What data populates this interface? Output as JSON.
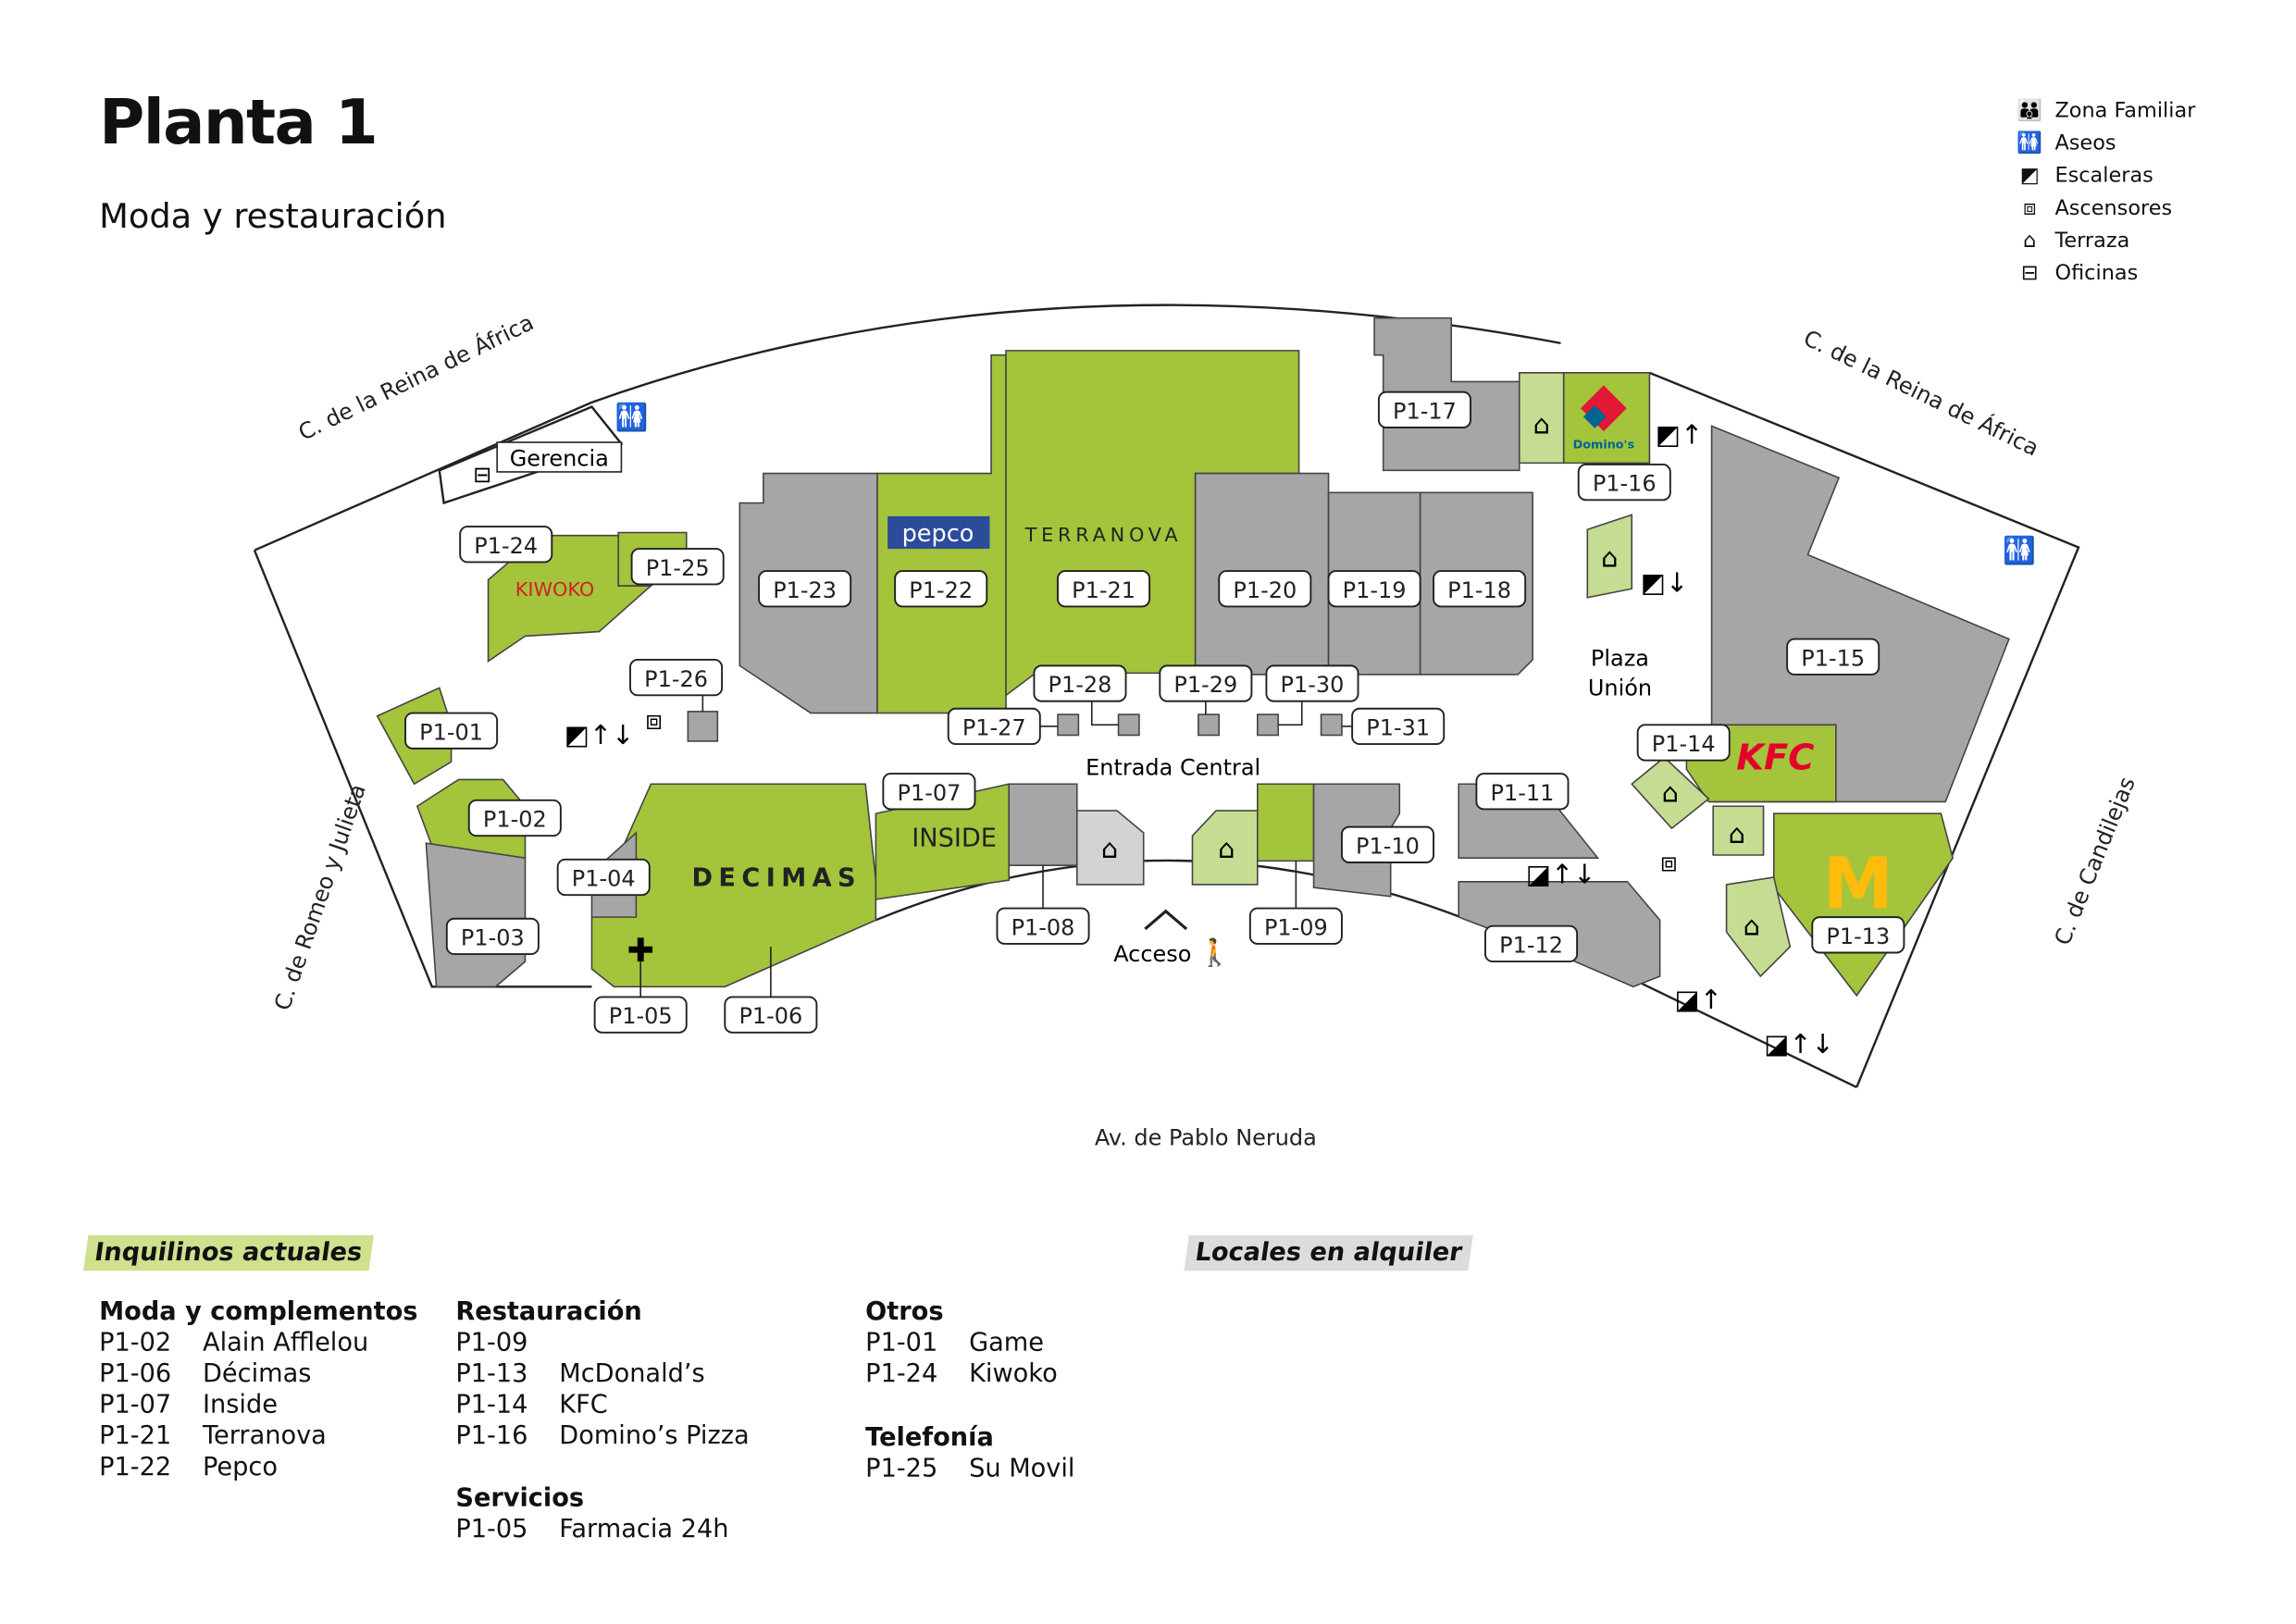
{
  "header": {
    "title": "Planta 1",
    "subtitle": "Moda y  restauración"
  },
  "legend": [
    {
      "icon": "family-icon",
      "glyph": "👪",
      "label": "Zona Familiar"
    },
    {
      "icon": "toilets-icon",
      "glyph": "🚻",
      "label": "Aseos"
    },
    {
      "icon": "escalator-icon",
      "glyph": "◩",
      "label": "Escaleras"
    },
    {
      "icon": "elevator-icon",
      "glyph": "⧈",
      "label": "Ascensores"
    },
    {
      "icon": "terrace-icon",
      "glyph": "⌂",
      "label": "Terraza"
    },
    {
      "icon": "office-icon",
      "glyph": "⊟",
      "label": "Oficinas"
    }
  ],
  "streets": {
    "reina_left": "C. de la Reina de África",
    "reina_right": "C. de la Reina de África",
    "romeo": "C. de Romeo y Julieta",
    "candilejas": "C. de Candilejas",
    "neruda": "Av. de Pablo Neruda"
  },
  "map": {
    "gerencia": "Gerencia",
    "plaza": "Plaza",
    "union": "Unión",
    "entrada": "Entrada Central",
    "acceso": "Acceso",
    "brands": {
      "kiwoko": "KIWOKO",
      "pepco": "pepco",
      "terranova": "TERRANOVA",
      "decimas": "DECIMAS",
      "inside": "INSIDE",
      "kfc": "KFC",
      "dominos": "Domino's",
      "mcdonalds": "M"
    },
    "units": [
      "P1-01",
      "P1-02",
      "P1-03",
      "P1-04",
      "P1-05",
      "P1-06",
      "P1-07",
      "P1-08",
      "P1-09",
      "P1-10",
      "P1-11",
      "P1-12",
      "P1-13",
      "P1-14",
      "P1-15",
      "P1-16",
      "P1-17",
      "P1-18",
      "P1-19",
      "P1-20",
      "P1-21",
      "P1-22",
      "P1-23",
      "P1-24",
      "P1-25",
      "P1-26",
      "P1-27",
      "P1-28",
      "P1-29",
      "P1-30",
      "P1-31"
    ]
  },
  "sections": {
    "current": "Inquilinos actuales",
    "rent": "Locales en alquiler"
  },
  "groups": {
    "moda": {
      "title": "Moda y complementos",
      "rows": [
        [
          "P1-02",
          "Alain Afflelou"
        ],
        [
          "P1-06",
          "Décimas"
        ],
        [
          "P1-07",
          "Inside"
        ],
        [
          "P1-21",
          "Terranova"
        ],
        [
          "P1-22",
          "Pepco"
        ]
      ]
    },
    "rest": {
      "title": "Restauración",
      "rows": [
        [
          "P1-09",
          ""
        ],
        [
          "P1-13",
          "McDonald’s"
        ],
        [
          "P1-14",
          "KFC"
        ],
        [
          "P1-16",
          "Domino’s Pizza"
        ]
      ]
    },
    "serv": {
      "title": "Servicios",
      "rows": [
        [
          "P1-05",
          "Farmacia 24h"
        ]
      ]
    },
    "otros": {
      "title": "Otros",
      "rows": [
        [
          "P1-01",
          "Game"
        ],
        [
          "P1-24",
          "Kiwoko"
        ]
      ]
    },
    "tel": {
      "title": "Telefonía",
      "rows": [
        [
          "P1-25",
          "Su Movil"
        ]
      ]
    }
  },
  "colors": {
    "green": "#a3c43b",
    "gray": "#a6a6a6",
    "lightgreen": "#c6dc92",
    "lightgray": "#d3d3d3"
  }
}
